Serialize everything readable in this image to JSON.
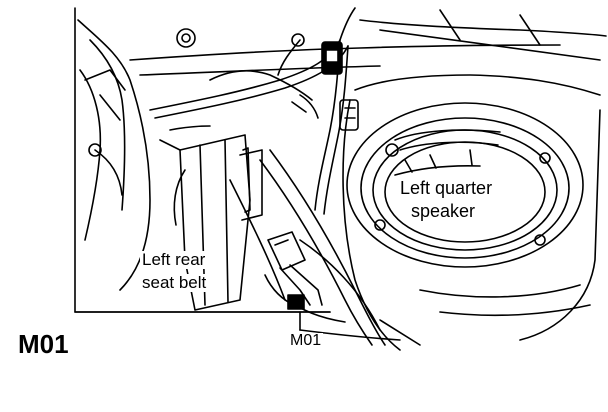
{
  "diagram_code": "M01",
  "labels": {
    "speaker_line1": "Left quarter",
    "speaker_line2": "speaker",
    "belt_line1": "Left rear",
    "belt_line2": "seat belt",
    "connector": "M01"
  },
  "colors": {
    "ink": "#000000",
    "paper": "#ffffff"
  }
}
